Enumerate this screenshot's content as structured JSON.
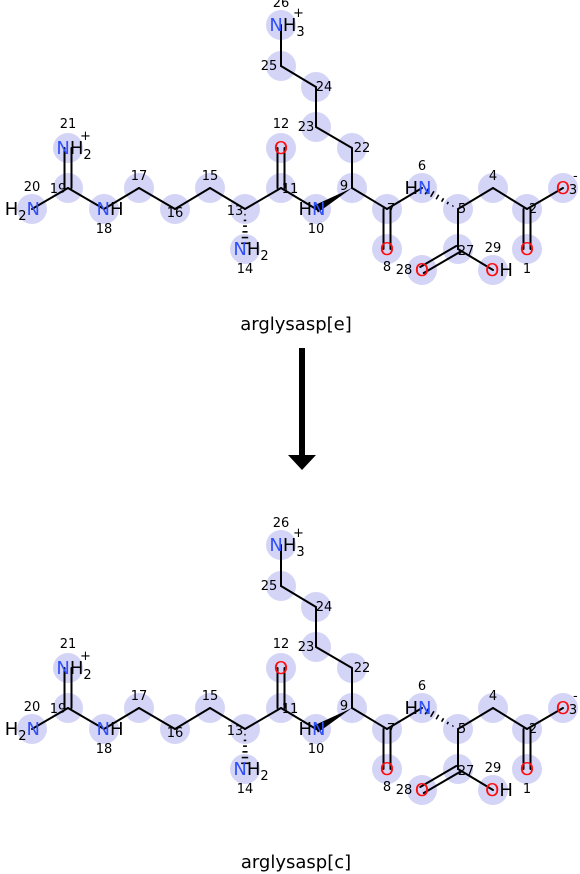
{
  "colors": {
    "nitrogen": "#3050f8",
    "oxygen": "#ff0d0d",
    "highlight": "#d4d4f7",
    "bond": "#000000"
  },
  "reaction": {
    "reactant_label": "arglysasp[e]",
    "product_label": "arglysasp[c]",
    "arrow_icon": "down-arrow-icon"
  },
  "molecule": {
    "atom_numbers": [
      "1",
      "2",
      "3",
      "4",
      "5",
      "6",
      "7",
      "8",
      "9",
      "10",
      "11",
      "12",
      "13",
      "14",
      "15",
      "16",
      "17",
      "18",
      "19",
      "20",
      "21",
      "22",
      "23",
      "24",
      "25",
      "26",
      "27",
      "28",
      "29"
    ],
    "heteroatoms": [
      {
        "n": "3",
        "el": "O",
        "charge": "-"
      },
      {
        "n": "1",
        "el": "O",
        "charge": ""
      },
      {
        "n": "6",
        "el": "N",
        "charge": ""
      },
      {
        "n": "8",
        "el": "O",
        "charge": ""
      },
      {
        "n": "10",
        "el": "N",
        "charge": ""
      },
      {
        "n": "12",
        "el": "O",
        "charge": ""
      },
      {
        "n": "14",
        "el": "N",
        "charge": ""
      },
      {
        "n": "18",
        "el": "N",
        "charge": ""
      },
      {
        "n": "20",
        "el": "N",
        "charge": ""
      },
      {
        "n": "21",
        "el": "N",
        "charge": "+"
      },
      {
        "n": "26",
        "el": "N",
        "charge": "+"
      },
      {
        "n": "28",
        "el": "O",
        "charge": ""
      },
      {
        "n": "29",
        "el": "O",
        "charge": ""
      }
    ]
  }
}
